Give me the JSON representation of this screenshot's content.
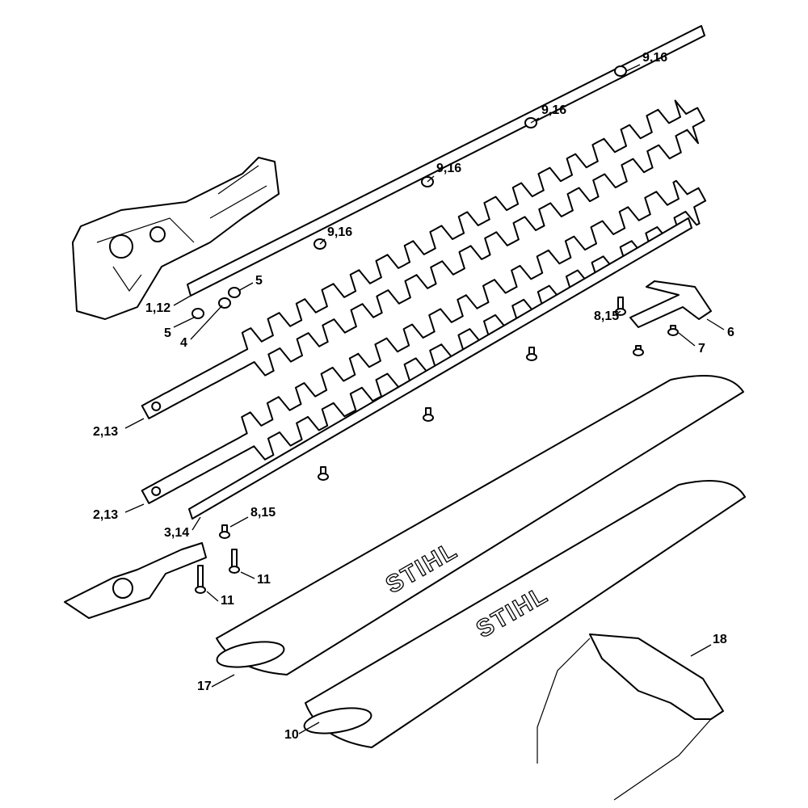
{
  "labels": [
    "9,16",
    "9,16",
    "9,16",
    "9,16",
    "5",
    "1,12",
    "5",
    "4",
    "8,15",
    "6",
    "7",
    "2,13",
    "2,13",
    "3,14",
    "8,15",
    "11",
    "11",
    "18",
    "17",
    "10"
  ],
  "logo_text": "STIHL"
}
